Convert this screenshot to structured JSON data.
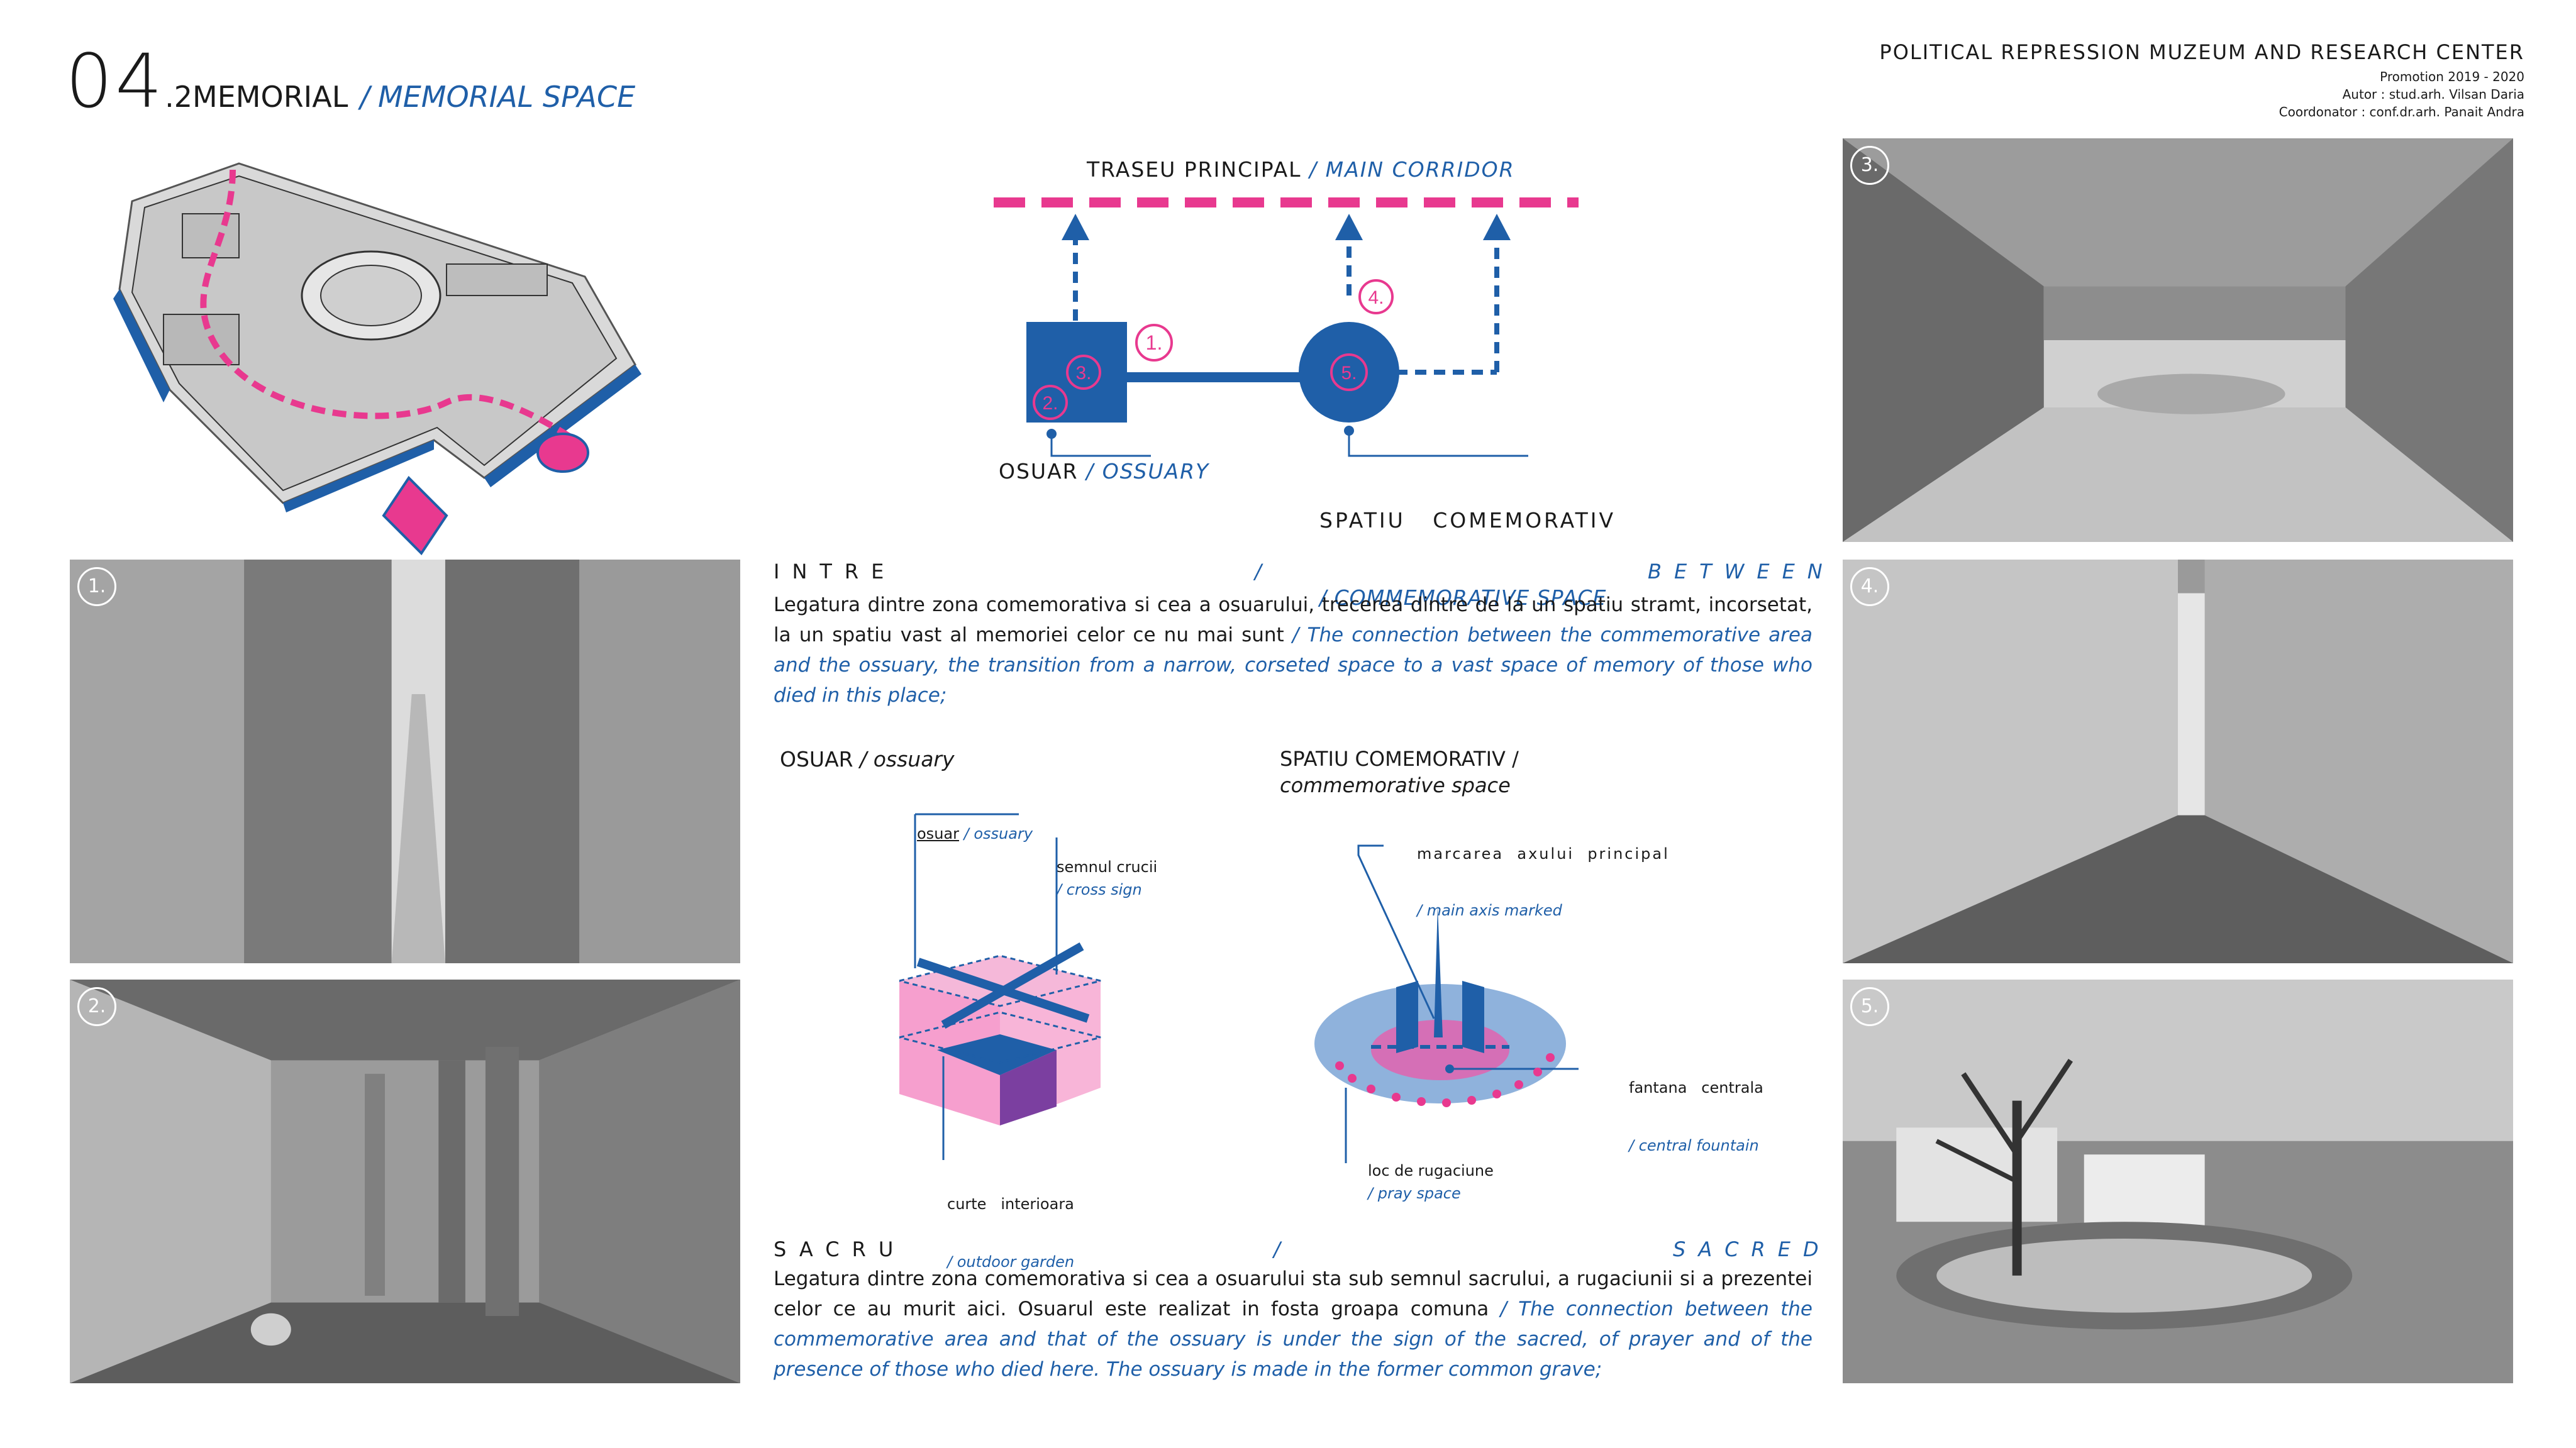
{
  "header": {
    "number": "04",
    "subtitle": ".2MEMORIAL",
    "sep": "/",
    "english": "MEMORIAL SPACE",
    "project": "POLITICAL REPRESSION MUZEUM AND RESEARCH CENTER",
    "promotion": "Promotion 2019 - 2020",
    "author": "Autor : stud.arh. Vilsan Daria",
    "coordinator": "Coordonator : conf.dr.arh. Panait Andra"
  },
  "photos": [
    {
      "badge": "1."
    },
    {
      "badge": "2."
    },
    {
      "badge": "3."
    },
    {
      "badge": "4."
    },
    {
      "badge": "5."
    }
  ],
  "scheme": {
    "corridor_ro": "TRASEU PRINCIPAL",
    "corridor_en": "/ MAIN CORRIDOR",
    "ossuary_ro": "OSUAR",
    "ossuary_en": "/ OSSUARY",
    "comm_ro": "SPATIU   COMEMORATIV",
    "comm_en": "/ COMMEMORATIVE SPACE",
    "n1": "1.",
    "n2": "2.",
    "n3": "3.",
    "n4": "4.",
    "n5": "5."
  },
  "intre": {
    "ro_head": "INTRE",
    "sep": "/",
    "en_head": "BETWEEN",
    "ro_text": "Legatura dintre zona comemorativa si cea a osuarului, trecerea dintre de la un spatiu stramt, incorsetat, la un spatiu vast al memoriei celor ce nu mai sunt",
    "en_text": "/ The connection between the commemorative area and the ossuary, the transition from a narrow, corseted space to a vast space of memory of those who died in this place;"
  },
  "osuar_diagram": {
    "title_ro": "OSUAR",
    "title_en": "/ ossuary",
    "l1_ro": "osuar",
    "l1_en": "/ ossuary",
    "l2_ro": "semnul crucii",
    "l2_en": "/ cross sign",
    "l3_ro": "curte   interioara",
    "l3_en": "/ outdoor garden"
  },
  "comm_diagram": {
    "title_ro": "SPATIU COMEMORATIV /",
    "title_en": "commemorative space",
    "l1_ro": "marcarea  axului  principal",
    "l1_en": "/ main axis marked",
    "l2_ro": "fantana   centrala",
    "l2_en": "/ central fountain",
    "l3_ro": "loc de rugaciune",
    "l3_en": "/ pray space"
  },
  "sacru": {
    "ro_head": "SACRU",
    "sep": "/",
    "en_head": "SACRED",
    "ro_text": "Legatura dintre zona comemorativa si cea a osuarului sta sub semnul sacrului, a rugaciunii si a prezentei celor ce au murit aici. Osuarul este realizat in fosta groapa comuna",
    "en_text": "/ The connection between the commemorative area and that of the ossuary is under the sign of the sacred, of prayer and of the presence of those who died here. The ossuary is made in the former common grave;"
  },
  "colors": {
    "blue": "#1f5fa8",
    "pink": "#e8398f"
  }
}
